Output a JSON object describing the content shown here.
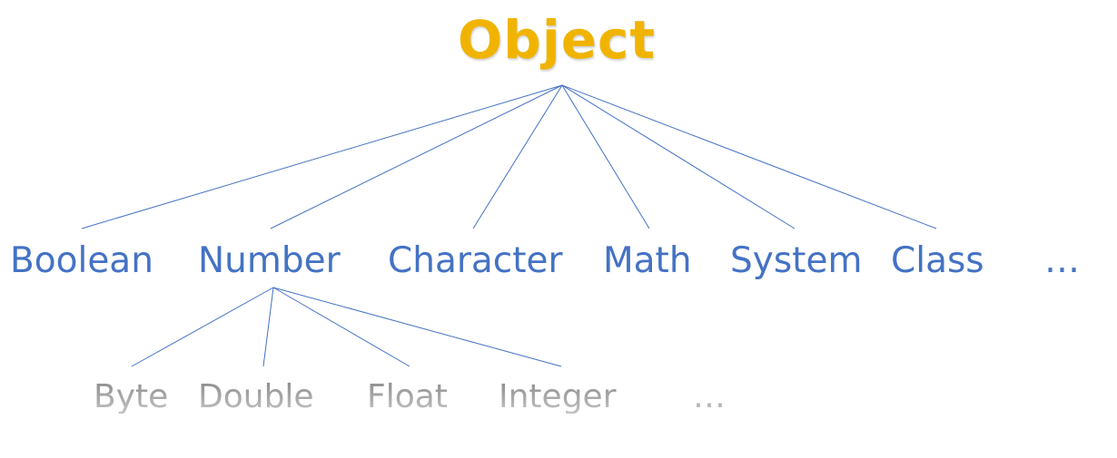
{
  "colors": {
    "root_text": "#f0b400",
    "level1_text": "#4472c4",
    "level2_text": "#9e9e9e",
    "edge": "#4472c4"
  },
  "root": {
    "label": "Object"
  },
  "level1": [
    {
      "label": "Boolean"
    },
    {
      "label": "Number"
    },
    {
      "label": "Character"
    },
    {
      "label": "Math"
    },
    {
      "label": "System"
    },
    {
      "label": "Class"
    },
    {
      "label": "…"
    }
  ],
  "level2": [
    {
      "label": "Byte"
    },
    {
      "label": "Double"
    },
    {
      "label": "Float"
    },
    {
      "label": "Integer"
    },
    {
      "label": "…"
    }
  ]
}
